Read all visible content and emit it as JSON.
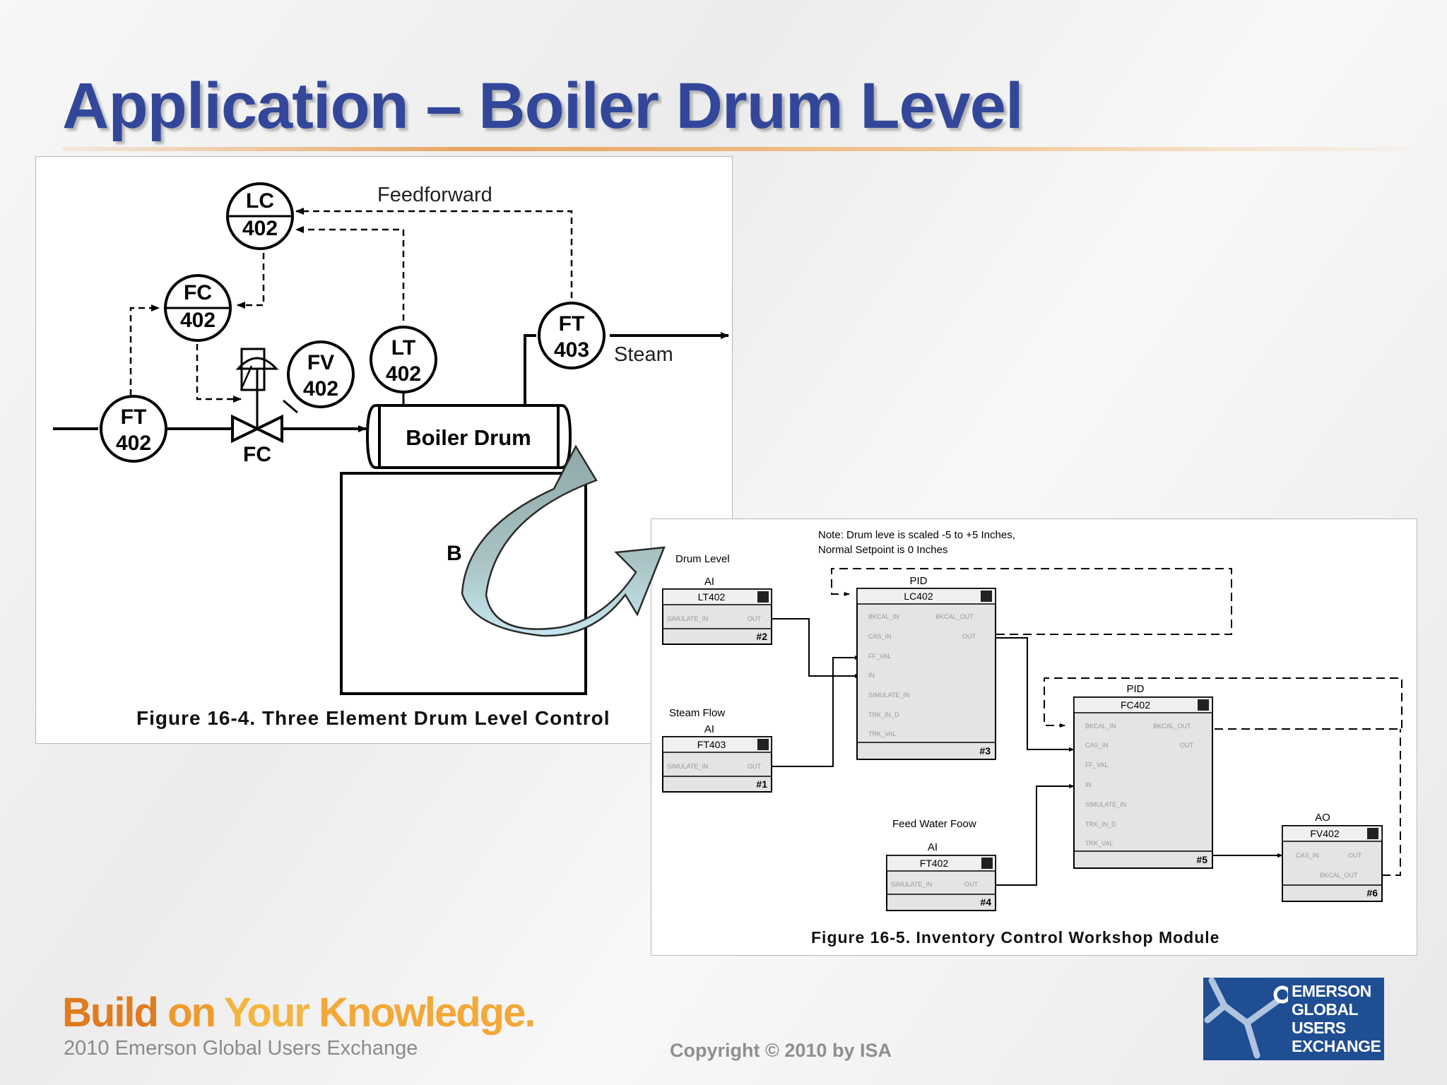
{
  "slide": {
    "title": "Application – Boiler Drum Level",
    "footer": {
      "build": [
        "Build",
        "on",
        "Your",
        "Knowledge."
      ],
      "exchange": "2010 Emerson Global Users Exchange",
      "copyright": "Copyright © 2010 by ISA"
    },
    "logo": [
      "EMERSON",
      "GLOBAL",
      "USERS",
      "EXCHANGE"
    ]
  },
  "figure1": {
    "caption": "Figure 16-4. Three Element Drum Level Control",
    "feedforward_label": "Feedforward",
    "steam_label": "Steam",
    "drum_label": "Boiler Drum",
    "boiler_partial_label": "B",
    "valve_fail_label": "FC",
    "instruments": [
      {
        "tag": "LC",
        "num": "402"
      },
      {
        "tag": "FC",
        "num": "402"
      },
      {
        "tag": "FV",
        "num": "402"
      },
      {
        "tag": "LT",
        "num": "402"
      },
      {
        "tag": "FT",
        "num": "403"
      },
      {
        "tag": "FT",
        "num": "402"
      }
    ]
  },
  "figure2": {
    "caption": "Figure 16-5. Inventory Control Workshop Module",
    "note": [
      "Note: Drum leve is scaled -5 to +5 Inches,",
      "Normal Setpoint is 0 Inches"
    ],
    "group_labels": {
      "drum_level": "Drum Level",
      "steam_flow": "Steam Flow",
      "feed_water": "Feed Water Foow"
    },
    "blocks": [
      {
        "type": "AI",
        "name": "LT402",
        "num": "#2",
        "params": [
          "SIMULATE_IN",
          "OUT"
        ]
      },
      {
        "type": "AI",
        "name": "FT403",
        "num": "#1",
        "params": [
          "SIMULATE_IN",
          "OUT"
        ]
      },
      {
        "type": "PID",
        "name": "LC402",
        "num": "#3",
        "params": [
          "BKCAL_IN",
          "BKCAL_OUT",
          "CAS_IN",
          "OUT",
          "FF_VAL",
          "IN",
          "SIMULATE_IN",
          "TRK_IN_D",
          "TRK_VAL"
        ]
      },
      {
        "type": "PID",
        "name": "FC402",
        "num": "#5",
        "params": [
          "BKCAL_IN",
          "BKCAL_OUT",
          "CAS_IN",
          "OUT",
          "FF_VAL",
          "IN",
          "SIMULATE_IN",
          "TRK_IN_D",
          "TRK_VAL"
        ]
      },
      {
        "type": "AI",
        "name": "FT402",
        "num": "#4",
        "params": [
          "SIMULATE_IN",
          "OUT"
        ]
      },
      {
        "type": "AO",
        "name": "FV402",
        "num": "#6",
        "params": [
          "CAS_IN",
          "OUT",
          "BKCAL_OUT"
        ]
      }
    ]
  }
}
